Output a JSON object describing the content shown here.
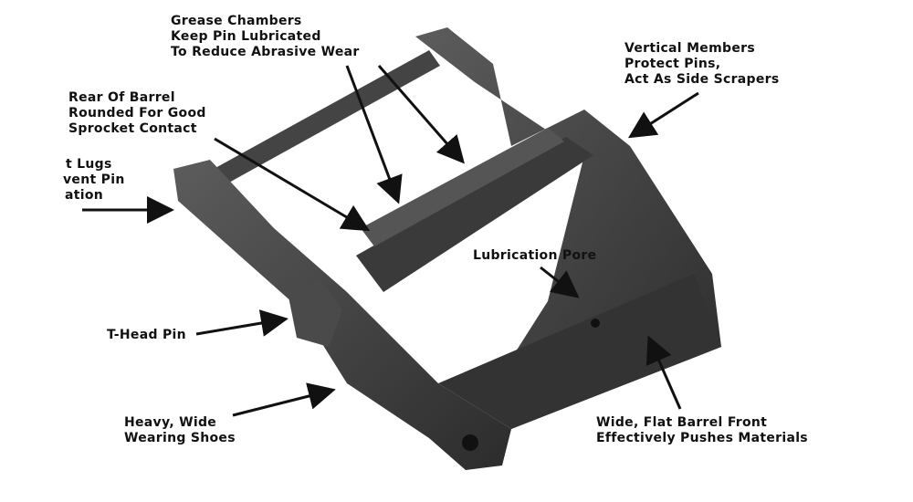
{
  "labels": {
    "grease": [
      "Grease Chambers",
      "Keep Pin Lubricated",
      "To Reduce Abrasive Wear"
    ],
    "vertical": [
      "Vertical Members",
      "Protect Pins,",
      "Act As Side Scrapers"
    ],
    "rear": [
      "Rear Of Barrel",
      "Rounded For Good",
      "Sprocket Contact"
    ],
    "lugs": [
      "t Lugs",
      "vent Pin",
      "ation"
    ],
    "pore": [
      "Lubrication Pore"
    ],
    "thead": [
      "T-Head Pin"
    ],
    "shoes": [
      "Heavy, Wide",
      "Wearing Shoes"
    ],
    "barrel": [
      "Wide, Flat Barrel Front",
      "Effectively Pushes Materials"
    ]
  },
  "colors": {
    "metal": "#3a3a3a",
    "metal_light": "#5a5a5a",
    "text": "#111111"
  }
}
